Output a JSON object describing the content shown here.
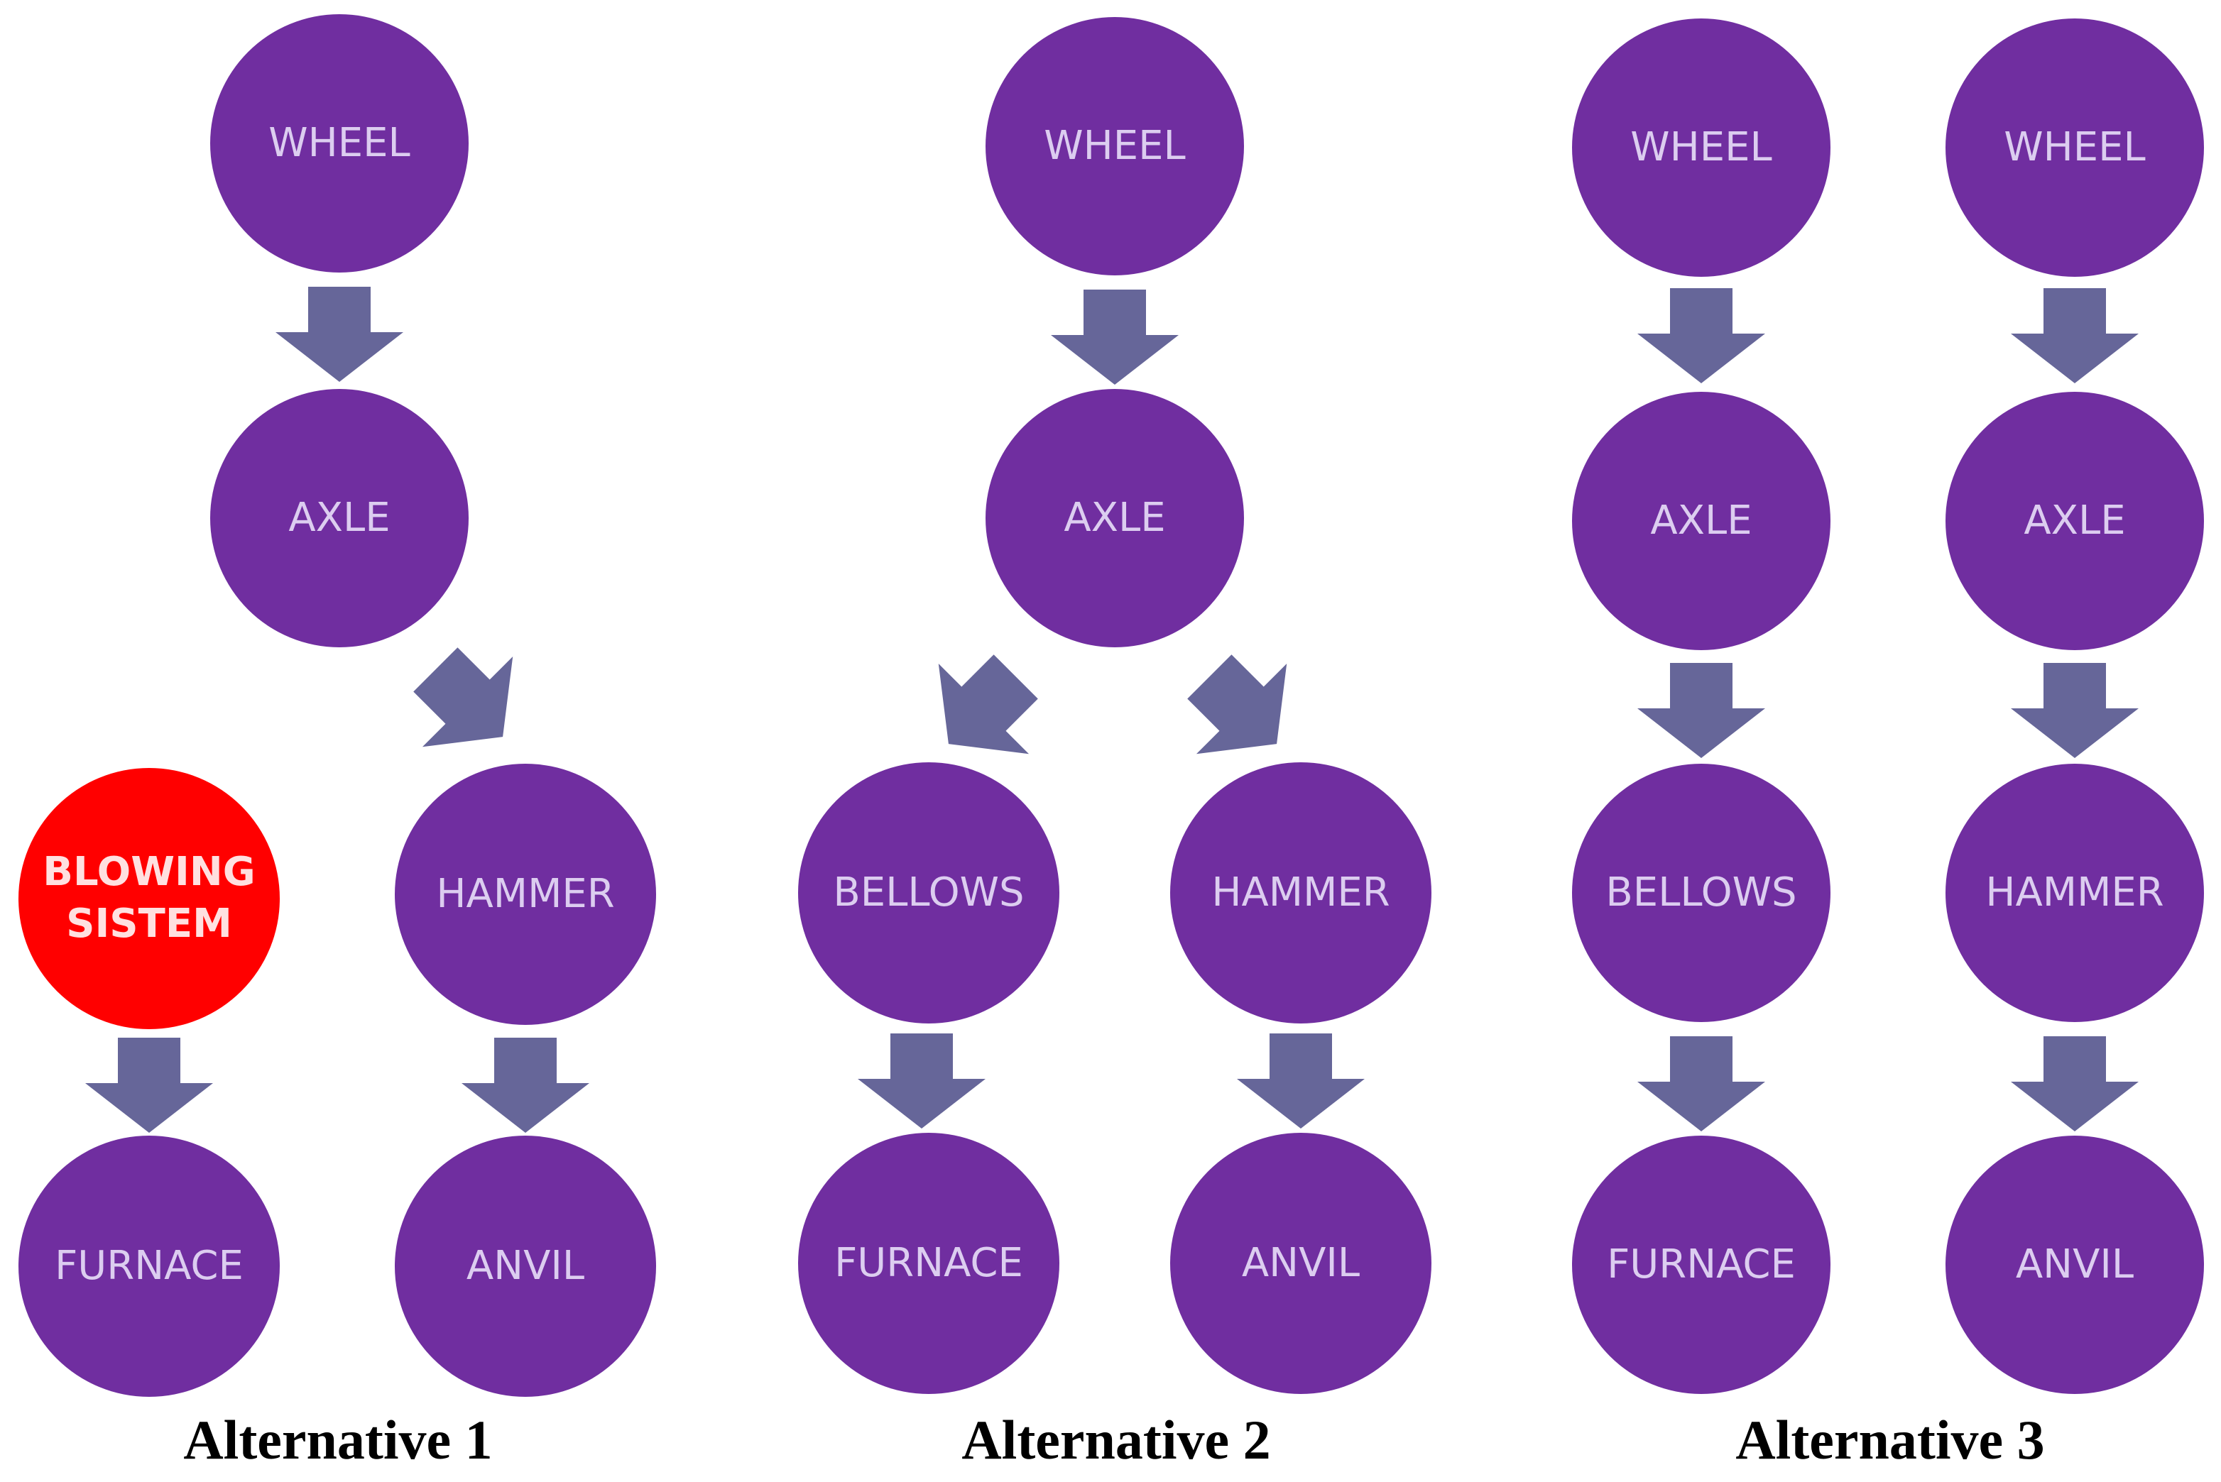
{
  "colors": {
    "node": "#702ea0",
    "highlight": "#ff0000",
    "arrow": "#666699",
    "node_text": "#dccdf0",
    "highlight_text": "#ffe0e0"
  },
  "alternatives": [
    {
      "caption": "Alternative 1",
      "nodes": {
        "wheel": "WHEEL",
        "axle": "AXLE",
        "blowing": "BLOWING\nSISTEM",
        "hammer": "HAMMER",
        "furnace": "FURNACE",
        "anvil": "ANVIL"
      }
    },
    {
      "caption": "Alternative 2",
      "nodes": {
        "wheel": "WHEEL",
        "axle": "AXLE",
        "bellows": "BELLOWS",
        "hammer": "HAMMER",
        "furnace": "FURNACE",
        "anvil": "ANVIL"
      }
    },
    {
      "caption": "Alternative 3",
      "nodes": {
        "wheel_a": "WHEEL",
        "wheel_b": "WHEEL",
        "axle_a": "AXLE",
        "axle_b": "AXLE",
        "bellows": "BELLOWS",
        "hammer": "HAMMER",
        "furnace": "FURNACE",
        "anvil": "ANVIL"
      }
    }
  ]
}
